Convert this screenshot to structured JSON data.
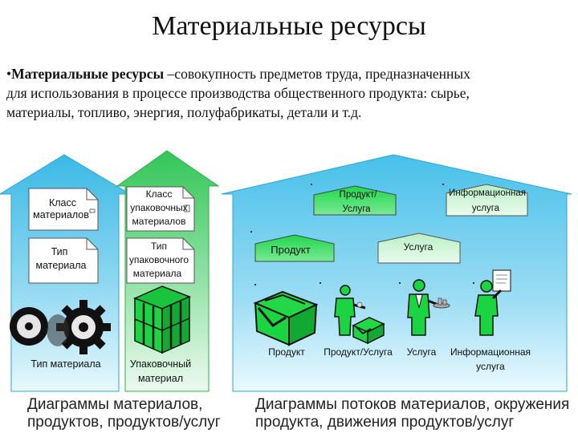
{
  "title": "Материальные ресурсы",
  "definition": {
    "bullet": "•",
    "term": "Материальные ресурсы",
    "text": " –совокупность предметов труда, предназначенных для использования в процессе производства общественного продукта: сырье, материалы, топливо, энергия, полуфабрикаты, детали и т.д."
  },
  "left_house": {
    "class_materials": [
      "Класс",
      "материалов"
    ],
    "material_type": [
      "Тип",
      "материала"
    ],
    "material_type_caption": "Тип материала"
  },
  "green_house": {
    "class_packaging": [
      "Класс",
      "упаковочных",
      "материалов"
    ],
    "packaging_type": [
      "Тип",
      "упаковочного",
      "материала"
    ],
    "packaging_material_caption": [
      "Упаковочный",
      "материал"
    ]
  },
  "right_house": {
    "product_service_tag": [
      "Продукт/",
      "Услуга"
    ],
    "info_service_tag": [
      "Информационная",
      "услуга"
    ],
    "product_tag": "Продукт",
    "service_tag": "Услуга",
    "icon_captions": {
      "product": "Продукт",
      "product_service": "Продукт/Услуга",
      "service": "Услуга",
      "info_service": [
        "Информационная",
        "услуга"
      ]
    }
  },
  "captions": {
    "left": [
      "Диаграммы материалов,",
      "продуктов,  продуктов/услуг"
    ],
    "right": [
      "Диаграммы потоков материалов, окружения",
      "продукта,  движения продуктов/услуг"
    ]
  },
  "colors": {
    "house_blue": "#47c2ea",
    "house_blue_light": "#c6ecf8",
    "house_green": "#3fcb62",
    "house_green_light": "#c8efd3",
    "right_blue": "#4dc3ec",
    "right_blue_light": "#d0f1fb",
    "tag_green": "#1ed64a",
    "tag_light": "#d2f5d9",
    "icon_green": "#1bd441"
  }
}
